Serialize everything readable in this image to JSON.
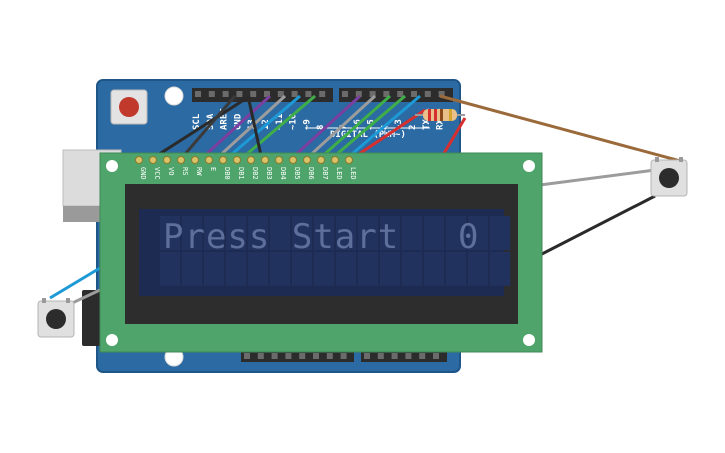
{
  "lcd": {
    "line1_left": "Press Start",
    "line1_right": "0",
    "pins": [
      "GND",
      "VCC",
      "VO",
      "RS",
      "RW",
      "E",
      "DB0",
      "DB1",
      "DB2",
      "DB3",
      "DB4",
      "DB5",
      "DB6",
      "DB7",
      "LED",
      "LED"
    ]
  },
  "arduino": {
    "top_labels": [
      "SCL",
      "SDA",
      "AREF",
      "GND",
      "13",
      "12",
      "~11",
      "~10",
      "~9",
      "8",
      "7",
      "~6",
      "~5",
      "4",
      "~3",
      "2",
      "TX→1",
      "RX←0"
    ],
    "digital_label": "DIGITAL (PWM~)"
  },
  "colors": {
    "arduino_board": "#2b6aa3",
    "lcd_pcb": "#4ea46a",
    "lcd_screen": "#1d2b52",
    "wire_brown": "#9b6a3a",
    "wire_blue": "#1d9ad6"
  }
}
